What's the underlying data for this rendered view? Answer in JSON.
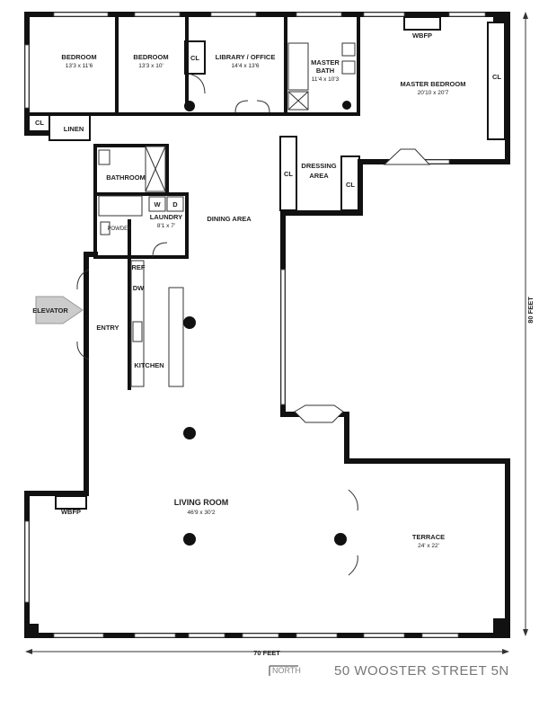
{
  "address": "50 WOOSTER STREET  5N",
  "north_label": "NORTH",
  "dimensions": {
    "width_label": "70 FEET",
    "height_label": "80 FEET"
  },
  "rooms": {
    "bedroom1": {
      "name": "BEDROOM",
      "size": "13'3 x 11'6"
    },
    "bedroom2": {
      "name": "BEDROOM",
      "size": "13'3 x 10'"
    },
    "library": {
      "name": "LIBRARY / OFFICE",
      "size": "14'4 x 13'6"
    },
    "master_bath": {
      "name_line1": "MASTER",
      "name_line2": "BATH",
      "size": "11'4 x 10'3"
    },
    "master_bedroom": {
      "name": "MASTER BEDROOM",
      "size": "20'10 x 20'7"
    },
    "linen": {
      "name": "LINEN"
    },
    "bathroom": {
      "name": "BATHROOM"
    },
    "laundry": {
      "name": "LAUNDRY",
      "size": "8'1 x 7'"
    },
    "powder": {
      "name": "POWDER"
    },
    "dressing": {
      "name_line1": "DRESSING",
      "name_line2": "AREA"
    },
    "dining": {
      "name": "DINING AREA"
    },
    "entry": {
      "name": "ENTRY"
    },
    "kitchen": {
      "name": "KITCHEN"
    },
    "living": {
      "name": "LIVING ROOM",
      "size": "46'9 x 30'2"
    },
    "terrace": {
      "name": "TERRACE",
      "size": "24' x 22'"
    }
  },
  "labels": {
    "cl": "CL",
    "wbfp": "WBFP",
    "elevator": "ELEVATOR",
    "washer": "W",
    "dryer": "D",
    "ref": "REF",
    "dw": "DW"
  }
}
